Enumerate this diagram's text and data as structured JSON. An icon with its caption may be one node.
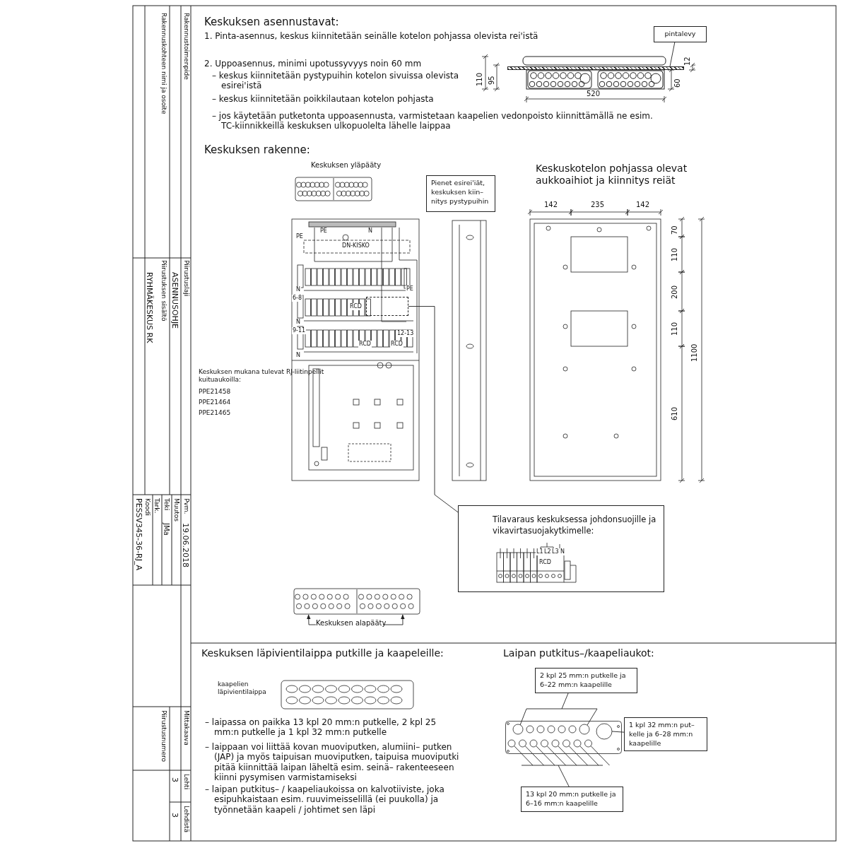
{
  "diagram": {
    "nodes": [
      {
        "text": [
          "pintalevy"
        ]
      },
      {
        "text": [],
        "shape": "bar"
      },
      {
        "text": [
          "Pienet esirei'iät, keskuksen kiin– nitys pystypuihin"
        ]
      },
      {
        "text": [],
        "shape": "box"
      },
      {
        "text": [
          "Tilavaraus keskuksessa johdonsuojille ja vikavirtasuojakytkimelle:"
        ]
      },
      {
        "text": [],
        "shape": "picture"
      },
      {
        "text": [
          "Keskuksen alapääty"
        ]
      },
      {
        "text": [],
        "shape": "picture"
      },
      {
        "text": [
          "2 kpl 25 mm:n putkelle ja 6–22 mm:n kaapelille"
        ]
      },
      {
        "text": [
          "1 kpl 32 mm:n put– kelle ja 6–28 mm:n kaapelille"
        ]
      },
      {
        "text": [
          "13 kpl 20 mm:n putkelle ja 6–16 mm:n kaapelille"
        ]
      }
    ],
    "edges": [
      {
        "from": 0,
        "to": 1,
        "arrow": "none"
      },
      {
        "from": 3,
        "to": 4,
        "arrow": "none"
      },
      {
        "from": 6,
        "to": 5,
        "arrow": "to"
      },
      {
        "from": 6,
        "to": 5,
        "arrow": "to"
      },
      {
        "from": 8,
        "to": 7,
        "arrow": "none"
      },
      {
        "from": 9,
        "to": 7,
        "arrow": "none"
      },
      {
        "from": 10,
        "to": 7,
        "arrow": "none"
      }
    ],
    "labels": [
      "Rakennustoimenpide",
      "Rakennuskohteen nimi ja osoite",
      "Piirustuslaji",
      "ASENNUSOHJE",
      "Piirustuksen sisältö",
      "RYHMÄKESKUS RK",
      "Pvm.",
      "19.06.2018",
      "Muutos",
      "Teki",
      "JMa",
      "Tark.",
      "Koodi",
      "PESSV345-36-RJ_A",
      "Mittakaava",
      "Piirustusnumero",
      "Lehti",
      "3",
      "Lehdistä",
      "3",
      "Keskuksen asennustavat:",
      "1. Pinta-asennus, keskus kiinnitetään seinälle kotelon pohjassa olevista rei'istä",
      "2. Uppoasennus, minimi upotussyvyys noin 60 mm",
      "– keskus kiinnitetään pystypuihin kotelon sivuissa olevista esirei'istä",
      "– keskus kiinnitetään poikkilautaan kotelon pohjasta",
      "– jos käytetään putketonta uppoasennusta, varmistetaan kaapelien vedonpoisto kiinnittämällä ne esim. TC-kiinnikkeillä keskuksen ulkopuolelta lähelle laippaa",
      "110",
      "95",
      "520",
      "60",
      "12",
      "Keskuksen rakenne:",
      "Keskuksen yläpääty",
      "Keskuskotelon pohjassa olevat aukkoaihiot ja kiinnitys reiät",
      "142",
      "235",
      "142",
      "70",
      "110",
      "200",
      "110",
      "610",
      "1100",
      "Keskuksen mukana tulevat RJ-liitinpellit kuituaukoilla:",
      "PPE21458",
      "PPE21464",
      "PPE21465",
      "PE",
      "N",
      "PE",
      "DN-KISKO",
      "N",
      "PE",
      "6-8",
      "RCD",
      "N",
      "9-11",
      "RCD",
      "12-13",
      "RCD",
      "N",
      "Keskuksen läpivientilaippa putkille ja kaapeleille:",
      "kaapelien läpivientilaippa",
      "– laipassa on paikka 13 kpl 20 mm:n putkelle, 2 kpl 25 mm:n putkelle ja 1 kpl 32 mm:n putkelle",
      "– laippaan voi liittää kovan muoviputken, alumiini– putken (JAP) ja myös taipuisan muoviputken, taipuisa muoviputki pitää kiinnittää laipan läheltä esim. seinä– rakenteeseen kiinni pysymisen varmistamiseksi",
      "– laipan putkitus– / kaapeliaukoissa on kalvotiiviste, joka esipuhkaistaan esim. ruuvimeisselillä (ei puukolla) ja työnnetään kaapeli / johtimet sen läpi",
      "Laipan putkitus–/kaapeliaukot:",
      "L1",
      "L2",
      "L3",
      "N",
      "RCD"
    ]
  }
}
